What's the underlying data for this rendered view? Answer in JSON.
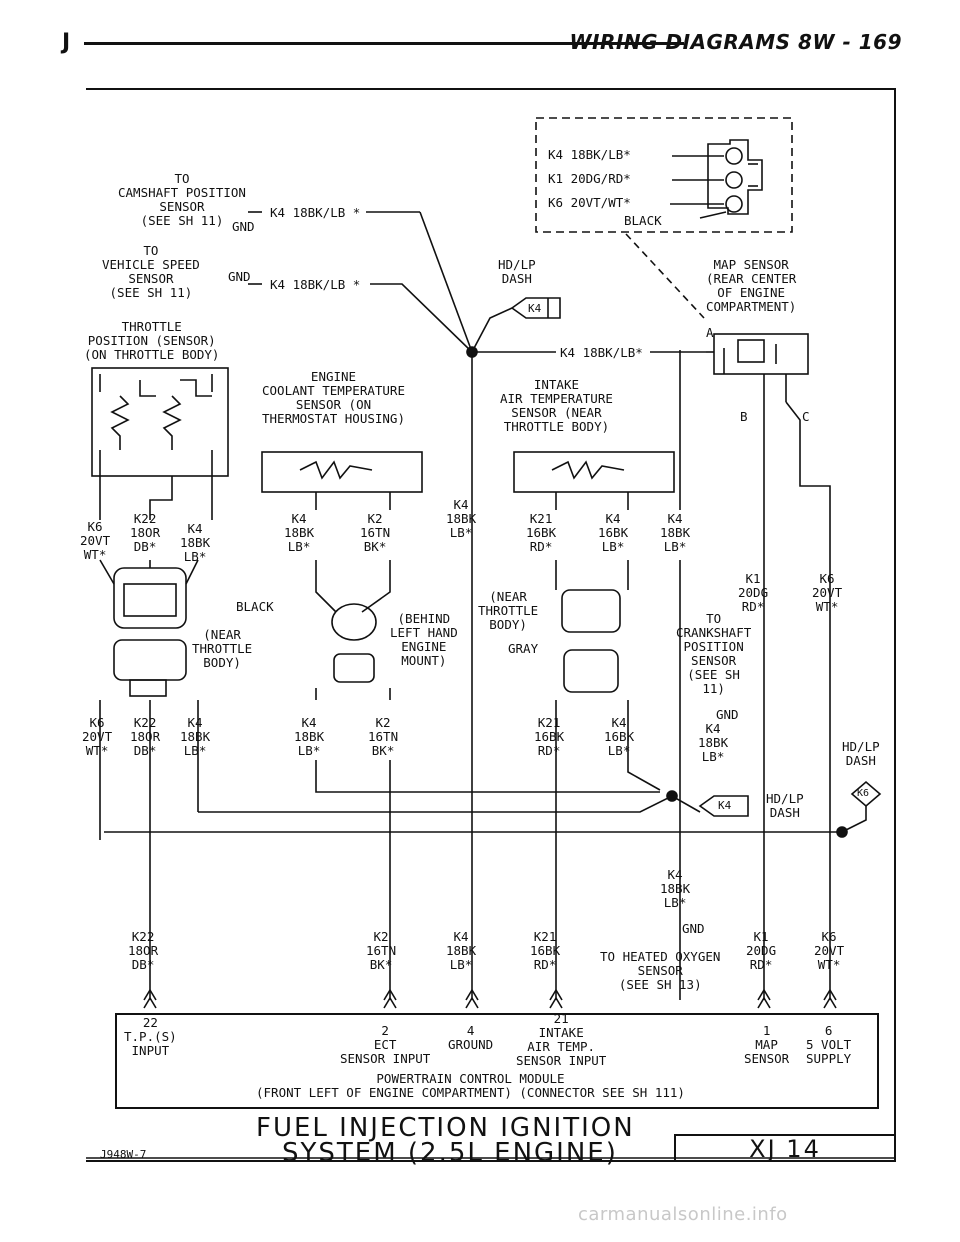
{
  "header": {
    "letter": "J",
    "title": "WIRING DIAGRAMS   8W - 169"
  },
  "labels": {
    "cam_sensor": "TO\nCAMSHAFT POSITION\nSENSOR\n(SEE SH 11)",
    "cam_gnd": "GND",
    "cam_wire": "K4 18BK/LB *",
    "vss": "TO\nVEHICLE SPEED\nSENSOR\n(SEE SH 11)",
    "vss_gnd": "GND",
    "vss_wire": "K4 18BK/LB *",
    "map_k4": "K4 18BK/LB*",
    "map_k1": "K1 20DG/RD*",
    "map_k6": "K6 20VT/WT*",
    "map_black": "BLACK",
    "hdlp_top": "HD/LP\nDASH",
    "k4_badge_top": "K4",
    "map_sensor": "MAP SENSOR\n(REAR CENTER\nOF ENGINE\nCOMPARTMENT)",
    "map_a": "A",
    "map_b": "B",
    "map_c": "C",
    "k4_main": "K4 18BK/LB*",
    "tps": "THROTTLE\nPOSITION (SENSOR)\n(ON THROTTLE BODY)",
    "ect": "ENGINE\nCOOLANT TEMPERATURE\nSENSOR (ON\nTHERMOSTAT HOUSING)",
    "iat": "INTAKE\nAIR TEMPERATURE\nSENSOR (NEAR\nTHROTTLE BODY)",
    "tps_k6": "K6\n20VT\nWT*",
    "tps_k22": "K22\n18OR\nDB*",
    "tps_k4": "K4\n18BK\nLB*",
    "ect_k4": "K4\n18BK\nLB*",
    "ect_k2": "K2\n16TN\nBK*",
    "mid_k4": "K4\n18BK\nLB*",
    "iat_k21": "K21\n16BK\nRD*",
    "iat_k4": "K4\n16BK\nLB*",
    "iat_k4b": "K4\n18BK\nLB*",
    "black_left": "BLACK",
    "near_tb_left": "(NEAR\nTHROTTLE\nBODY)",
    "behind": "(BEHIND\nLEFT HAND\nENGINE\nMOUNT)",
    "near_tb_right": "(NEAR\nTHROTTLE\nBODY)",
    "gray": "GRAY",
    "crank_k1": "K1\n20DG\nRD*",
    "crank_k6": "K6\n20VT\nWT*",
    "crank": "TO\nCRANKSHAFT\nPOSITION\nSENSOR\n(SEE SH\n11)",
    "crank_gnd": "GND",
    "crank_k4": "K4\n18BK\nLB*",
    "low_k6": "K6\n20VT\nWT*",
    "low_k22": "K22\n18OR\nDB*",
    "low_k4": "K4\n18BK\nLB*",
    "low_ect_k4": "K4\n18BK\nLB*",
    "low_ect_k2": "K2\n16TN\nBK*",
    "low_iat_k21": "K21\n16BK\nRD*",
    "low_iat_k4": "K4\n16BK\nLB*",
    "hdlp_right": "HD/LP\nDASH",
    "k6_badge": "K6",
    "hdlp_mid": "HD/LP\nDASH",
    "k4_badge_mid": "K4",
    "bus_k4": "K4\n18BK\nLB*",
    "pcm_k22": "K22\n18OR\nDB*",
    "pcm_k2": "K2\n16TN\nBK*",
    "pcm_k4": "K4\n18BK\nLB*",
    "pcm_k21": "K21\n16BK\nRD*",
    "pcm_gnd": "GND",
    "o2": "TO HEATED OXYGEN\nSENSOR\n(SEE SH 13)",
    "pcm_k1": "K1\n20DG\nRD*",
    "pcm_k6": "K6\n20VT\nWT*",
    "pin22": "22\nT.P.(S)\nINPUT",
    "pin2": "2\nECT\nSENSOR INPUT",
    "pin4": "4\nGROUND",
    "pin21": "21\nINTAKE\nAIR TEMP.\nSENSOR INPUT",
    "pin1": "1\nMAP\nSENSOR",
    "pin6": "6\n5 VOLT\nSUPPLY",
    "pcm_name": "POWERTRAIN CONTROL MODULE\n(FRONT LEFT OF ENGINE COMPARTMENT) (CONNECTOR SEE SH 111)"
  },
  "title_block": {
    "line1": "FUEL INJECTION IGNITION",
    "line2": "SYSTEM (2.5L ENGINE)",
    "code": "XJ 14",
    "ref": "J948W-7"
  },
  "watermark": "carmanualsonline.info"
}
